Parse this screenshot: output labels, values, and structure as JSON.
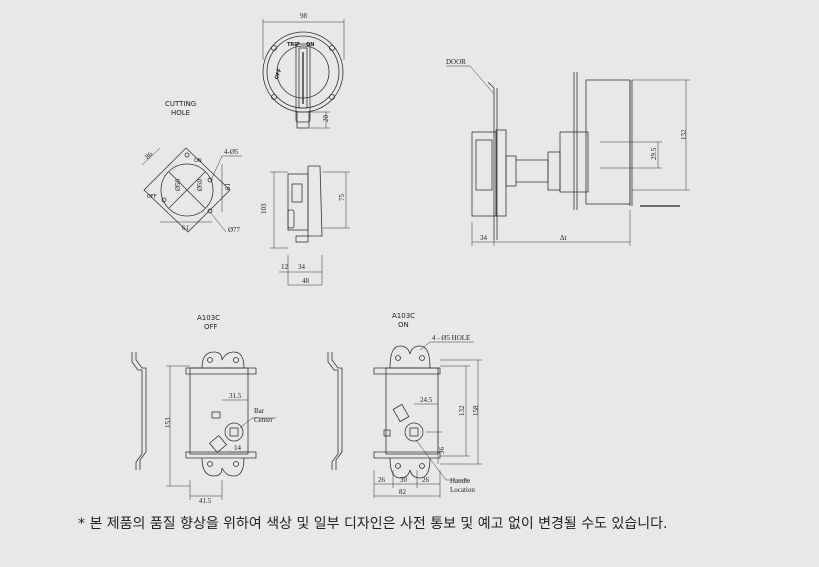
{
  "top_view": {
    "width_dim": "98",
    "depth_dim": "20",
    "dial_text_trip": "TRIP",
    "dial_text_on": "ON",
    "dial_text_off": "OFF"
  },
  "cutting_hole": {
    "title_line1": "CUTTING",
    "title_line2": "HOLE",
    "hole_note": "4-Ø5",
    "dim_diag": "86",
    "dim_w1": "61",
    "dim_w2": "61",
    "dim_d1": "Ø50",
    "dim_d2": "Ø50",
    "dim_circle": "Ø77",
    "on_label": "ON",
    "off_label": "OFF"
  },
  "side_view": {
    "dim_height": "103",
    "dim_inner": "75",
    "dim_a": "12",
    "dim_b": "34",
    "dim_total": "48"
  },
  "door_view": {
    "door_label": "DOOR",
    "dim_132": "132",
    "dim_295": "29.5",
    "dim_34": "34",
    "dim_lt": "Δt"
  },
  "off_view": {
    "title_line1": "A103C",
    "title_line2": "OFF",
    "dim_153": "153",
    "dim_315": "31.5",
    "dim_14": "14",
    "dim_415": "41.5",
    "bar_center_1": "Bar",
    "bar_center_2": "Center"
  },
  "on_view": {
    "title_line1": "A103C",
    "title_line2": "ON",
    "hole_note": "4 - Ø5 HOLE",
    "dim_245": "24.5",
    "dim_132": "132",
    "dim_158": "158",
    "dim_36": "36",
    "dim_26a": "26",
    "dim_30": "30",
    "dim_26b": "26",
    "dim_82": "82",
    "handle_1": "Handle",
    "handle_2": "Location"
  },
  "footnote": "* 본 제품의 품질 향상을 위하여 색상 및 일부 디자인은 사전 통보 및 예고 없이 변경될 수도 있습니다."
}
